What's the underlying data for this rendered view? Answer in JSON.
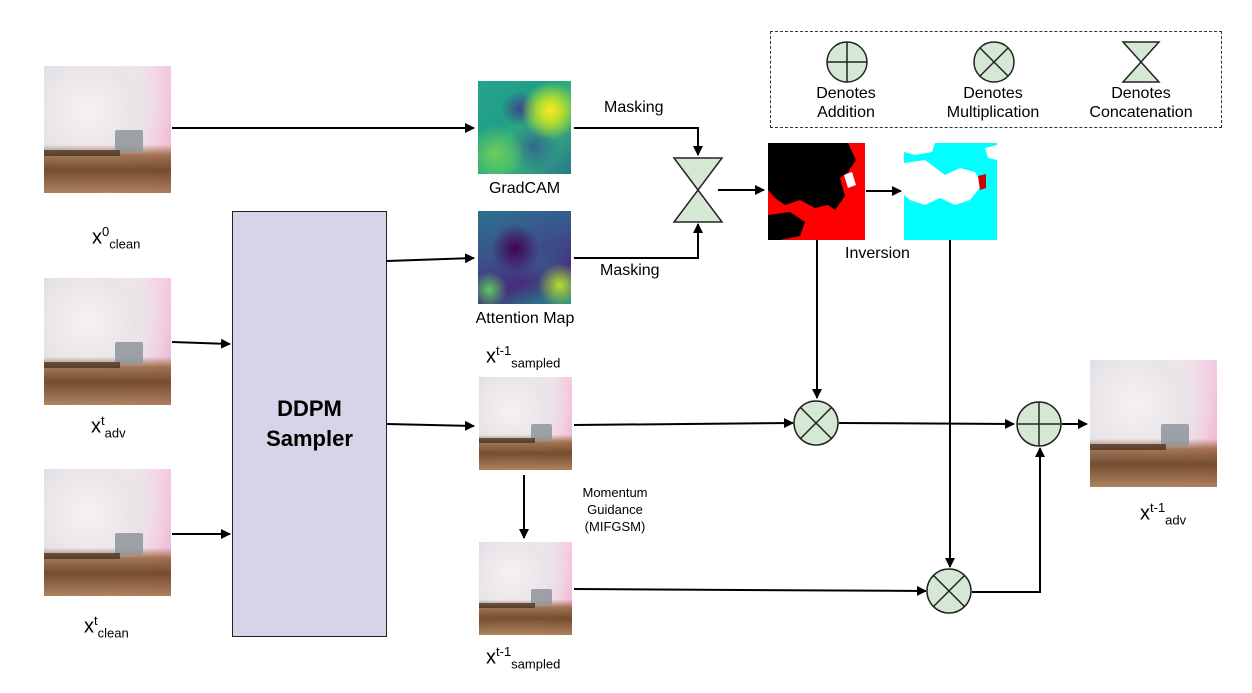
{
  "labels": {
    "x0_clean": {
      "base": "x",
      "sup": "0",
      "sub": "clean"
    },
    "xt_adv": {
      "base": "x",
      "sup": "t",
      "sub": "adv"
    },
    "xt_clean": {
      "base": "x",
      "sup": "t",
      "sub": "clean"
    },
    "xt1_sampled_top": {
      "base": "x",
      "sup": "t-1",
      "sub": "sampled"
    },
    "xt1_sampled_bottom": {
      "base": "x",
      "sup": "t-1",
      "sub": "sampled"
    },
    "xt1_adv": {
      "base": "x",
      "sup": "t-1",
      "sub": "adv"
    }
  },
  "sampler": {
    "line1": "DDPM",
    "line2": "Sampler"
  },
  "gradcam_label": "GradCAM",
  "attention_label": "Attention Map",
  "masking_top": "Masking",
  "masking_bottom": "Masking",
  "inversion_label": "Inversion",
  "momentum": {
    "line1": "Momentum",
    "line2": "Guidance",
    "line3": "(MIFGSM)"
  },
  "legend": {
    "addition": {
      "line1": "Denotes",
      "line2": "Addition",
      "icon": "circle-plus-icon"
    },
    "multiplication": {
      "line1": "Denotes",
      "line2": "Multiplication",
      "icon": "circle-times-icon"
    },
    "concatenation": {
      "line1": "Denotes",
      "line2": "Concatenation",
      "icon": "hourglass-icon"
    }
  },
  "colors": {
    "sampler_fill": "#d8d3e8",
    "operator_fill": "#d5e8d4",
    "mask_red": "#ff0000",
    "mask_black": "#000000",
    "mask_cyan": "#00ffff"
  }
}
